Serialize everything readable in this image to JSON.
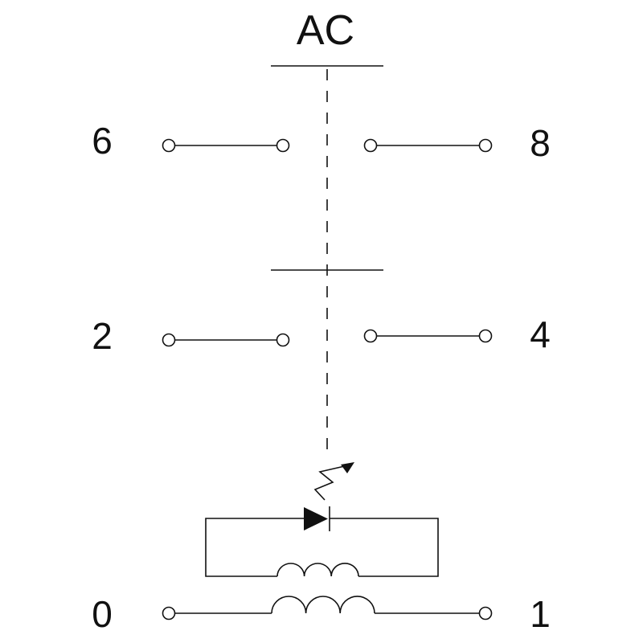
{
  "title": "AC",
  "terminals": {
    "t6": "6",
    "t8": "8",
    "t2": "2",
    "t4": "4",
    "t0": "0",
    "t1": "1"
  },
  "colors": {
    "stroke": "#111111",
    "background": "#ffffff"
  },
  "icons": {
    "led": "led-diode-icon",
    "light": "light-emission-arrow-icon",
    "coil": "coil-inductor-icon"
  }
}
